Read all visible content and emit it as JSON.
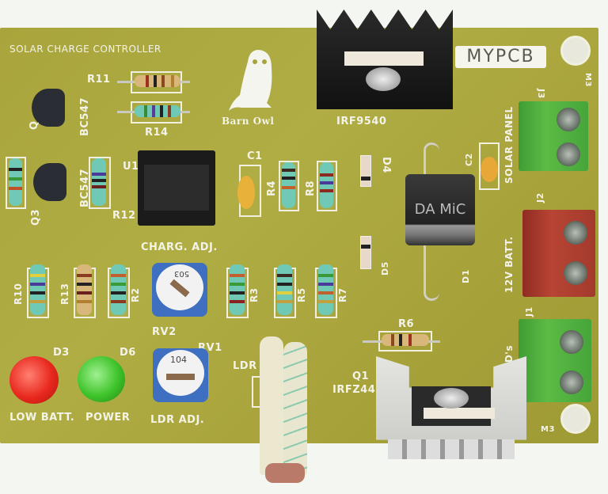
{
  "board": {
    "title": "SOLAR CHARGE CONTROLLER",
    "brand": "MYPCB",
    "logo_text": "Barn Owl",
    "colors": {
      "pcb": "#a9a53c",
      "silk": "#f3f3e8",
      "heatsink_black": "#1e1e1e",
      "heatsink_silver": "#d8d8d4",
      "terminal_green": "#4caa3a",
      "terminal_red": "#b3402f"
    }
  },
  "labels": {
    "r11": "R11",
    "r14": "R14",
    "r12": "R12",
    "q3": "Q3",
    "q_top": "Q",
    "bc547_a": "BC547",
    "bc547_b": "BC547",
    "u1": "U1",
    "c1": "C1",
    "r4": "R4",
    "r8": "R8",
    "d4": "D4",
    "irf9540": "IRF9540",
    "m3_top": "M3",
    "m3_bottom": "M3",
    "j3": "J3",
    "solar_panel": "SOLAR PANEL",
    "c2": "C2",
    "d1": "D1",
    "j2": "J2",
    "batt": "12V BATT.",
    "j1": "J1",
    "leds": "LED's",
    "d5": "D5",
    "charg_adj": "CHARG. ADJ.",
    "r10": "R10",
    "r13": "R13",
    "r2": "R2",
    "rv2": "RV2",
    "r3": "R3",
    "r5": "R5",
    "r7": "R7",
    "rv1": "RV1",
    "d3": "D3",
    "d6": "D6",
    "low_batt": "LOW BATT.",
    "power": "POWER",
    "ldr_adj": "LDR ADJ.",
    "r6": "R6",
    "q1": "Q1",
    "irfz44": "IRFZ44",
    "ldr": "LDR",
    "rv2_code": "503",
    "rv1_code": "104",
    "d1_marking": "DA MiC"
  }
}
